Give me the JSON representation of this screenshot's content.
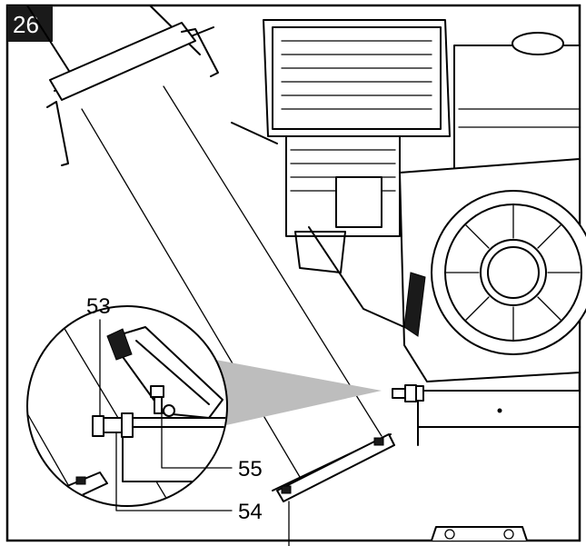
{
  "figure": {
    "number": "26",
    "callouts": [
      {
        "id": "53",
        "label": "53"
      },
      {
        "id": "55",
        "label": "55"
      },
      {
        "id": "54",
        "label": "54"
      }
    ]
  },
  "colors": {
    "badge_bg": "#1a1a1a",
    "line": "#000000",
    "zoom_cone": "#bdbdbd",
    "paper": "#ffffff"
  }
}
